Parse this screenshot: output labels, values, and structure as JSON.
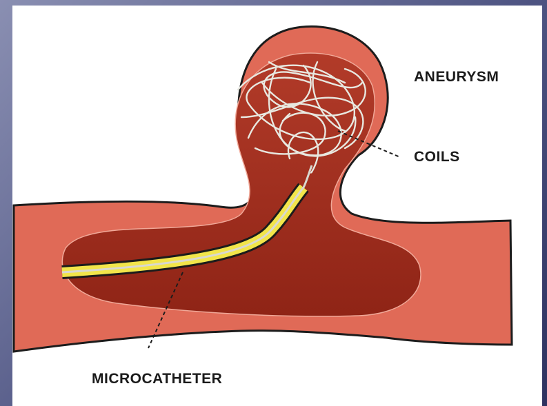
{
  "labels": {
    "aneurysm": "ANEURYSM",
    "coils": "COILS",
    "microcatheter": "MICROCATHETER"
  },
  "colors": {
    "vessel_wall": "#e06a57",
    "vessel_lumen": "#b03524",
    "catheter": "#f2e54a",
    "coil": "#e8e8e0"
  }
}
